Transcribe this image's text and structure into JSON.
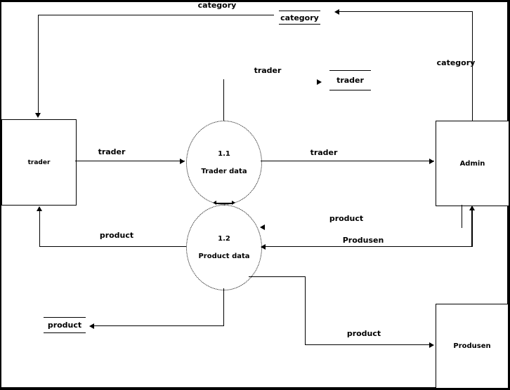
{
  "diagram": {
    "kind": "data-flow-diagram",
    "entities": {
      "trader": "trader",
      "admin": "Admin",
      "produsen": "Produsen"
    },
    "processes": {
      "p11": {
        "id": "1.1",
        "name": "Trader data"
      },
      "p12": {
        "id": "1.2",
        "name": "Product data"
      }
    },
    "stores": {
      "category": "category",
      "trader": "trader",
      "product": "product"
    },
    "flow_labels": {
      "category_top": "category",
      "category_right": "category",
      "trader_top": "trader",
      "trader_left": "trader",
      "trader_right": "trader",
      "product_admin": "product",
      "produsen_flow": "Produsen",
      "product_left": "product",
      "product_bottom": "product"
    },
    "colors": {
      "line": "#000000",
      "background": "#ffffff"
    }
  }
}
